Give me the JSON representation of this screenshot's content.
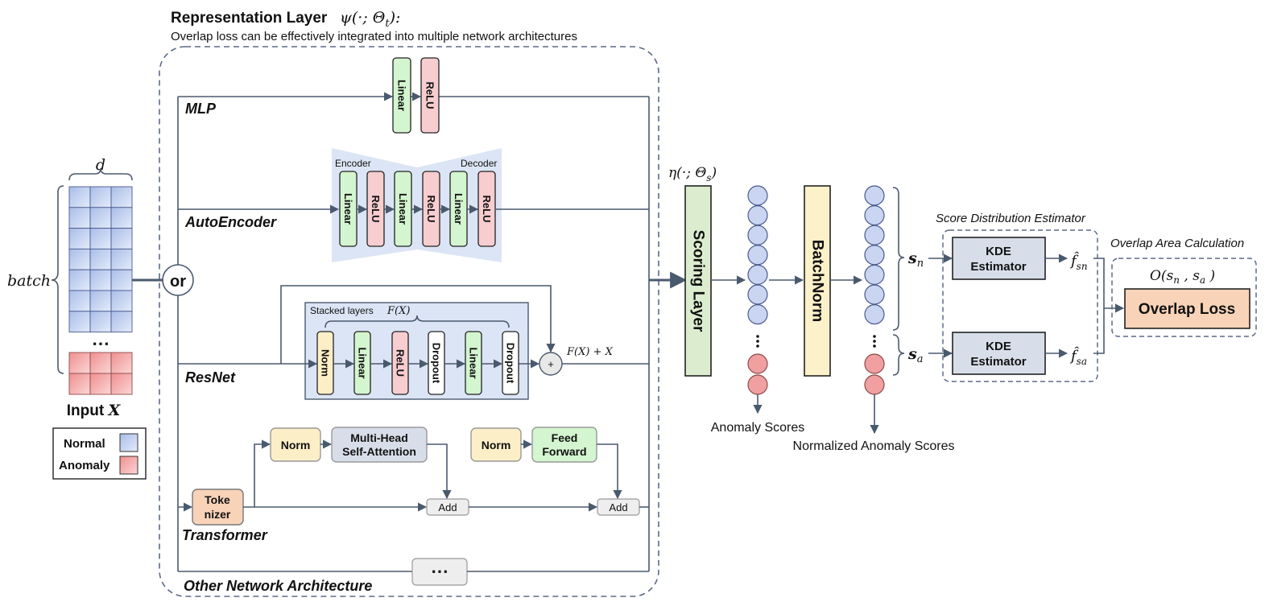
{
  "title": {
    "main": "Representation Layer",
    "formula": "ψ(·; Θ",
    "formula_sub": "t",
    "formula_end": "):",
    "subtitle": "Overlap loss can be effectively integrated into multiple network architectures"
  },
  "input": {
    "d_label": "d",
    "batch_label": "batch",
    "dots": "⋯",
    "caption": "Input",
    "caption_var": "X",
    "legend_normal": "Normal",
    "legend_anomaly": "Anomaly"
  },
  "or_label": "or",
  "mlp": {
    "name": "MLP",
    "blocks": [
      "Linear",
      "ReLU"
    ]
  },
  "autoencoder": {
    "name": "AutoEncoder",
    "encoder_label": "Encoder",
    "decoder_label": "Decoder",
    "blocks": [
      "Linear",
      "ReLU",
      "Linear",
      "ReLU",
      "Linear",
      "ReLU"
    ]
  },
  "resnet": {
    "name": "ResNet",
    "stacked_label": "Stacked layers",
    "fx_label": "F(X)",
    "blocks": [
      "Norm",
      "Linear",
      "ReLU",
      "Dropout",
      "Linear",
      "Dropout"
    ],
    "plus": "+",
    "out_label": "F(X) + X"
  },
  "transformer": {
    "name": "Transformer",
    "tokenizer": [
      "Toke",
      "nizer"
    ],
    "norm1": "Norm",
    "mhsa": [
      "Multi-Head",
      "Self-Attention"
    ],
    "add1": "Add",
    "norm2": "Norm",
    "ff": [
      "Feed",
      "Forward"
    ],
    "add2": "Add"
  },
  "other": {
    "name": "Other Network Architecture",
    "box": "⋯"
  },
  "scoring": {
    "eta": "η(·; Θ",
    "eta_sub": "s",
    "eta_end": ")",
    "label": "Scoring Layer",
    "scores_caption": "Anomaly Scores"
  },
  "batchnorm": {
    "label": "BatchNorm",
    "caption": "Normalized Anomaly Scores"
  },
  "sn_label": "s",
  "sn_sub": "n",
  "sa_label": "s",
  "sa_sub": "a",
  "kde": {
    "title": "Score Distribution Estimator",
    "box1": [
      "KDE",
      "Estimator"
    ],
    "box2": [
      "KDE",
      "Estimator"
    ],
    "f_hat": "f̂",
    "fn_sub": "sn",
    "fa_sub": "sa"
  },
  "overlap": {
    "title": "Overlap Area Calculation",
    "formula": "O(s",
    "f_sub_n": "n",
    "f_mid": " , s",
    "f_sub_a": "a",
    "f_end": " )",
    "loss_label": "Overlap Loss"
  },
  "colors": {
    "normal_fill": "#c9d5f1",
    "anomaly_fill": "#f3b8b8",
    "linear_fill": "#d3f5cf",
    "relu_fill": "#f8cdd0",
    "norm_fill": "#fcefc7",
    "dropout_fill": "#ffffff",
    "scoring_fill": "#dcedcf",
    "batchnorm_fill": "#fdf1c9",
    "kde_fill": "#d8dee9",
    "loss_fill": "#f8d3b8",
    "panel_fill": "#dce5f5",
    "line": "#4a5a6e",
    "dash": "#5a6a88"
  }
}
